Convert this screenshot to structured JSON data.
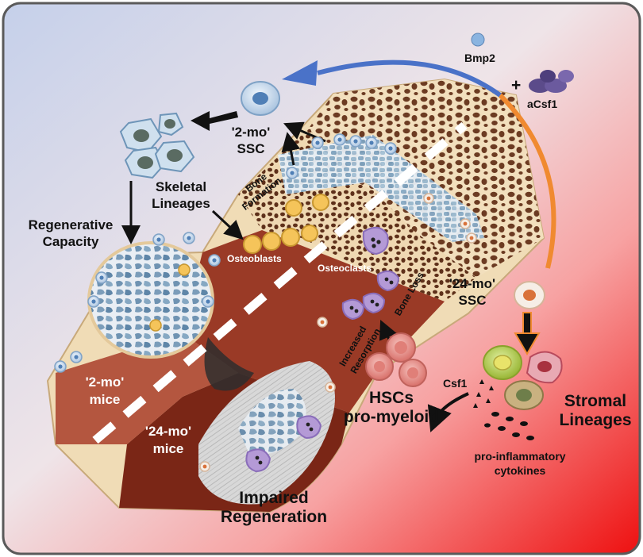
{
  "labels": {
    "bmp2": "Bmp2",
    "acsf1": "aCsf1",
    "plus": "+",
    "ssc_young_1": "'2-mo'",
    "ssc_young_2": "SSC",
    "skeletal_lineages_1": "Skeletal",
    "skeletal_lineages_2": "Lineages",
    "regenerative_capacity_1": "Regenerative",
    "regenerative_capacity_2": "Capacity",
    "bone_formation_1": "Bone",
    "bone_formation_2": "Formation",
    "osteoblasts": "Osteoblasts",
    "osteoclasts": "Osteoclasts",
    "bone_loss": "Bone Loss",
    "increased_resorption_1": "Increased",
    "increased_resorption_2": "Resorption",
    "ssc_old_1": "'24-mo'",
    "ssc_old_2": "SSC",
    "mice_young_1": "'2-mo'",
    "mice_young_2": "mice",
    "mice_old_1": "'24-mo'",
    "mice_old_2": "mice",
    "hscs_1": "HSCs",
    "hscs_2": "pro-myeloid",
    "csf1": "Csf1",
    "stromal_1": "Stromal",
    "stromal_2": "Lineages",
    "cytokines_1": "pro-inflammatory",
    "cytokines_2": "cytokines",
    "impaired_1": "Impaired",
    "impaired_2": "Regeneration"
  },
  "colors": {
    "bg_young": "#c9d3ea",
    "bg_old": "#f01818",
    "arc_blue": "#4a72c8",
    "arc_orange": "#f08a30",
    "bone_matrix": "#f1ddb8",
    "bone_dark": "#6b3a20",
    "marrow_red": "#8a2a1e",
    "marrow_brown": "#b0503a",
    "cartilage_blue": "#8fb2cc",
    "ssc_cell": "#d9e6f3",
    "osteoblast": "#f5c45a",
    "osteoclast": "#a98bd0",
    "hsc": "#e59a95",
    "stromal_green": "#b9d25a",
    "stromal_red": "#c8505e",
    "stromal_olive": "#b09460"
  }
}
